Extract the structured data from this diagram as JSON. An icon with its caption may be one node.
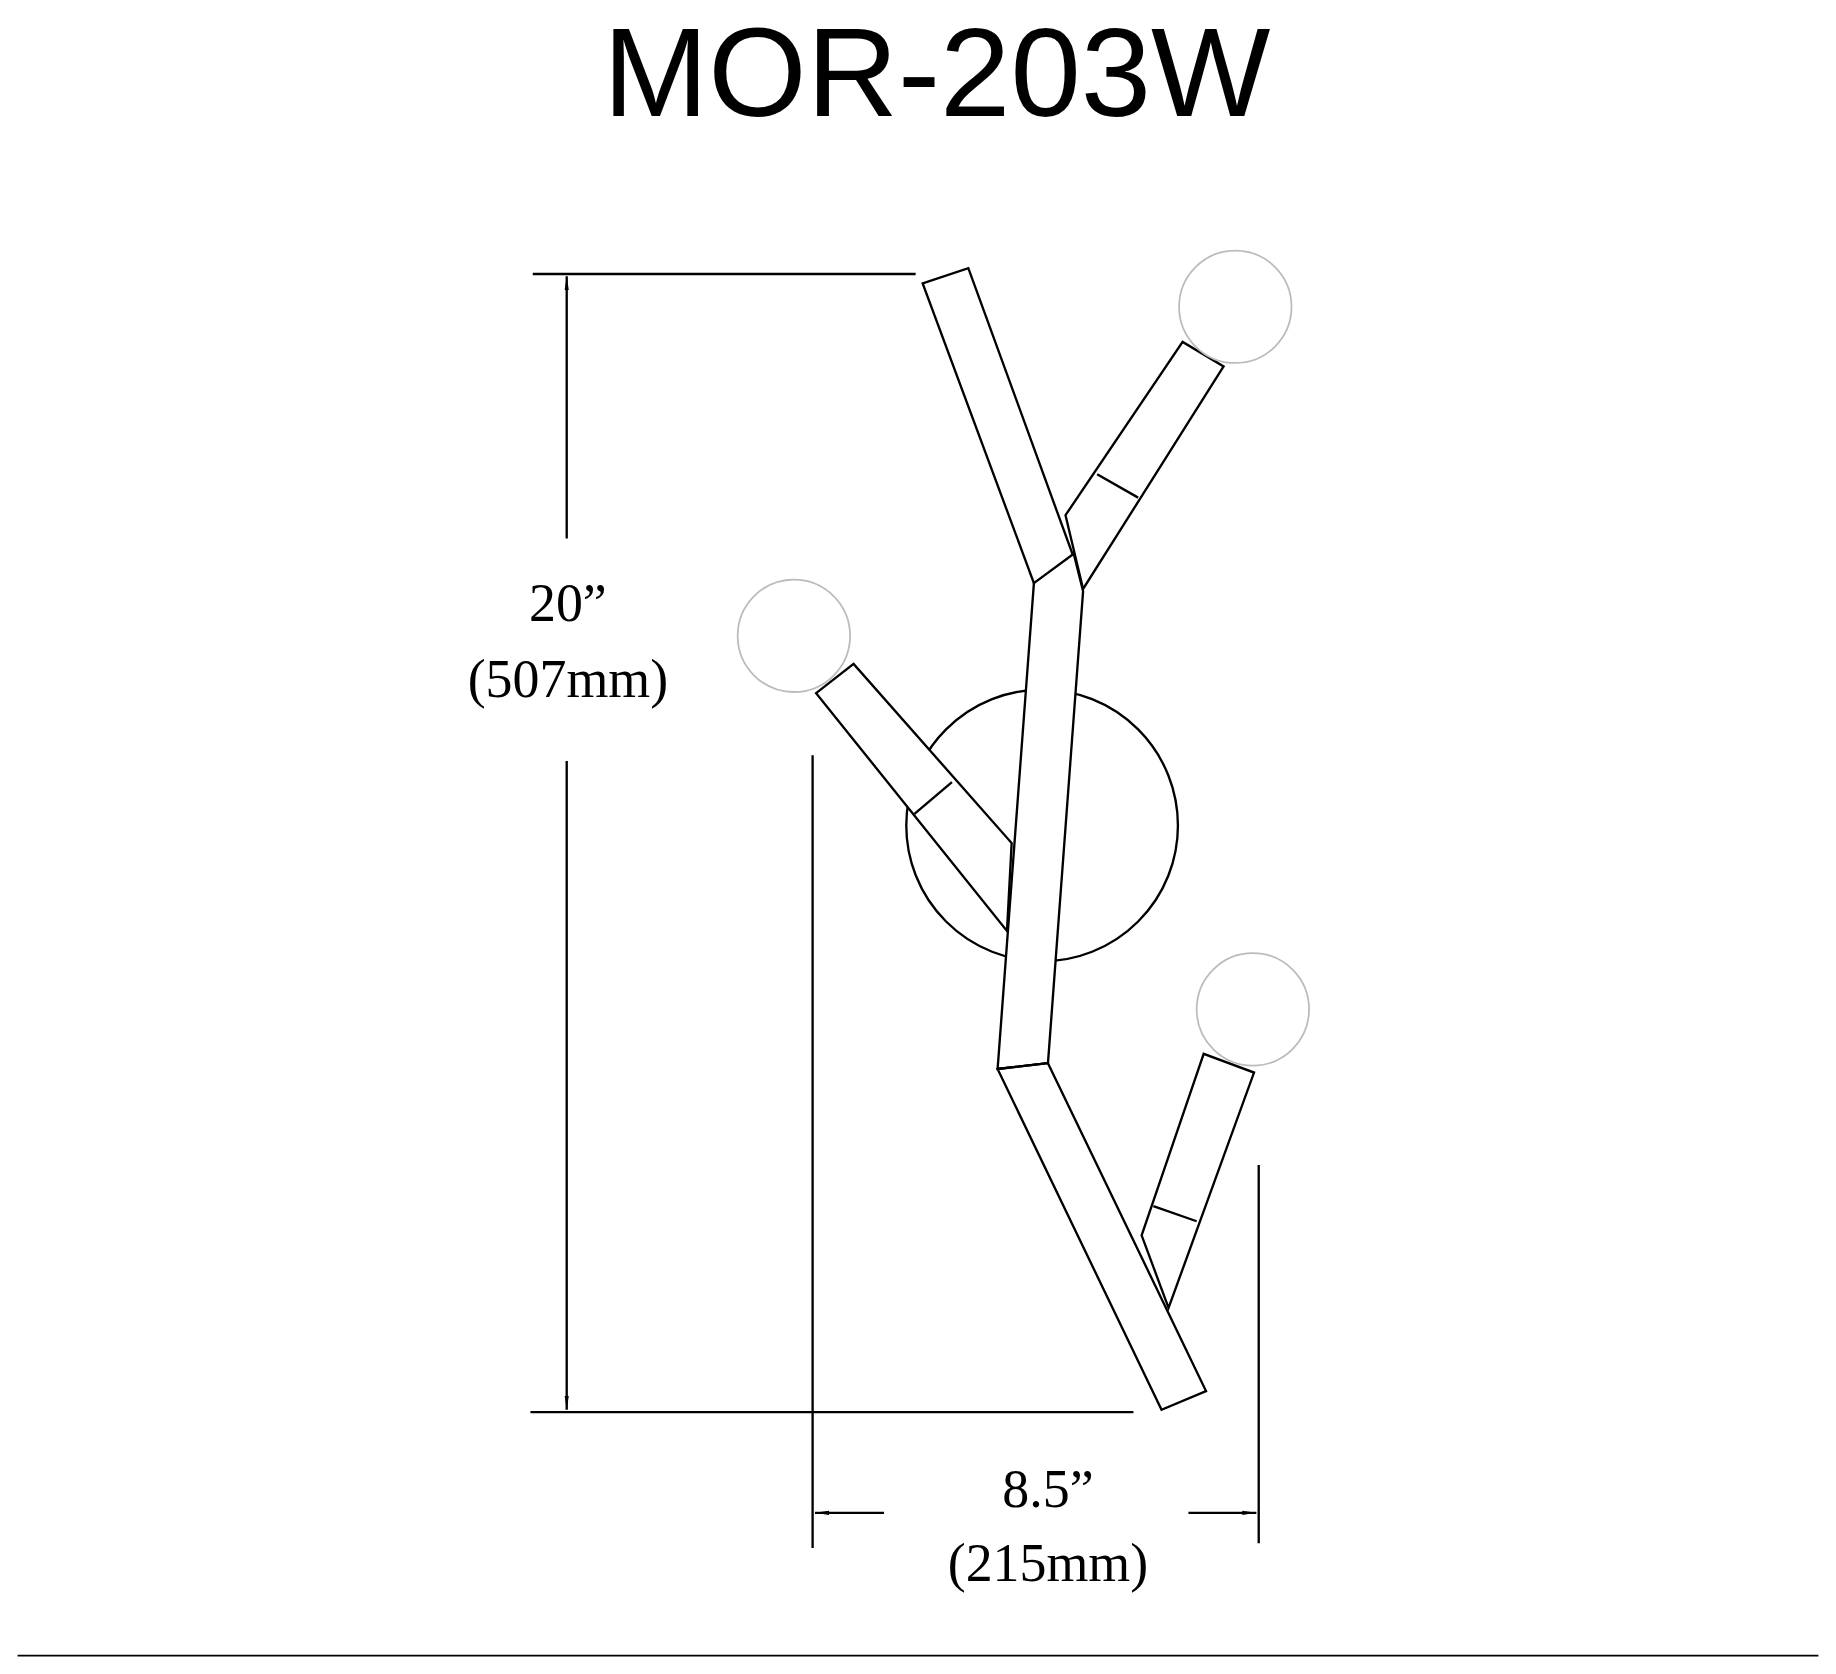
{
  "diagram": {
    "title": "MOR-203W",
    "labels": [
      "20”",
      "(507mm)",
      "8.5”",
      "(215mm)"
    ]
  }
}
